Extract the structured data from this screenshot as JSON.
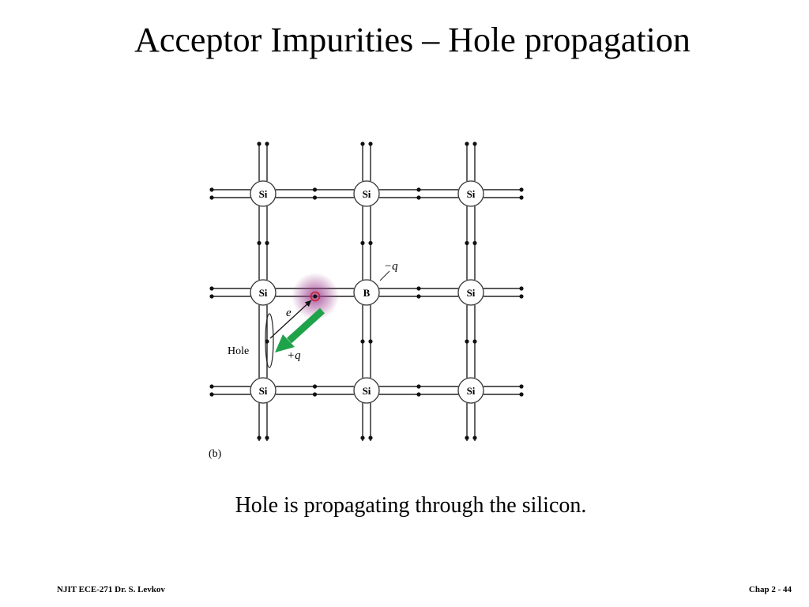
{
  "slide": {
    "title": "Acceptor Impurities – Hole propagation",
    "caption": "Hole is propagating through the silicon.",
    "footer_left": "NJIT ECE-271 Dr. S. Levkov",
    "footer_right": "Chap 2 - 44"
  },
  "diagram": {
    "atoms": [
      [
        "Si",
        "Si",
        "Si"
      ],
      [
        "Si",
        "B",
        "Si"
      ],
      [
        "Si",
        "Si",
        "Si"
      ]
    ],
    "labels": {
      "minus_q": "−q",
      "electron": "e",
      "hole": "Hole",
      "plus_q": "+q",
      "panel": "(b)"
    },
    "colors": {
      "arrow": "#1fa34a",
      "glow": "#9b3a8c",
      "electron_ring": "#d0202a",
      "line": "#222222"
    }
  }
}
